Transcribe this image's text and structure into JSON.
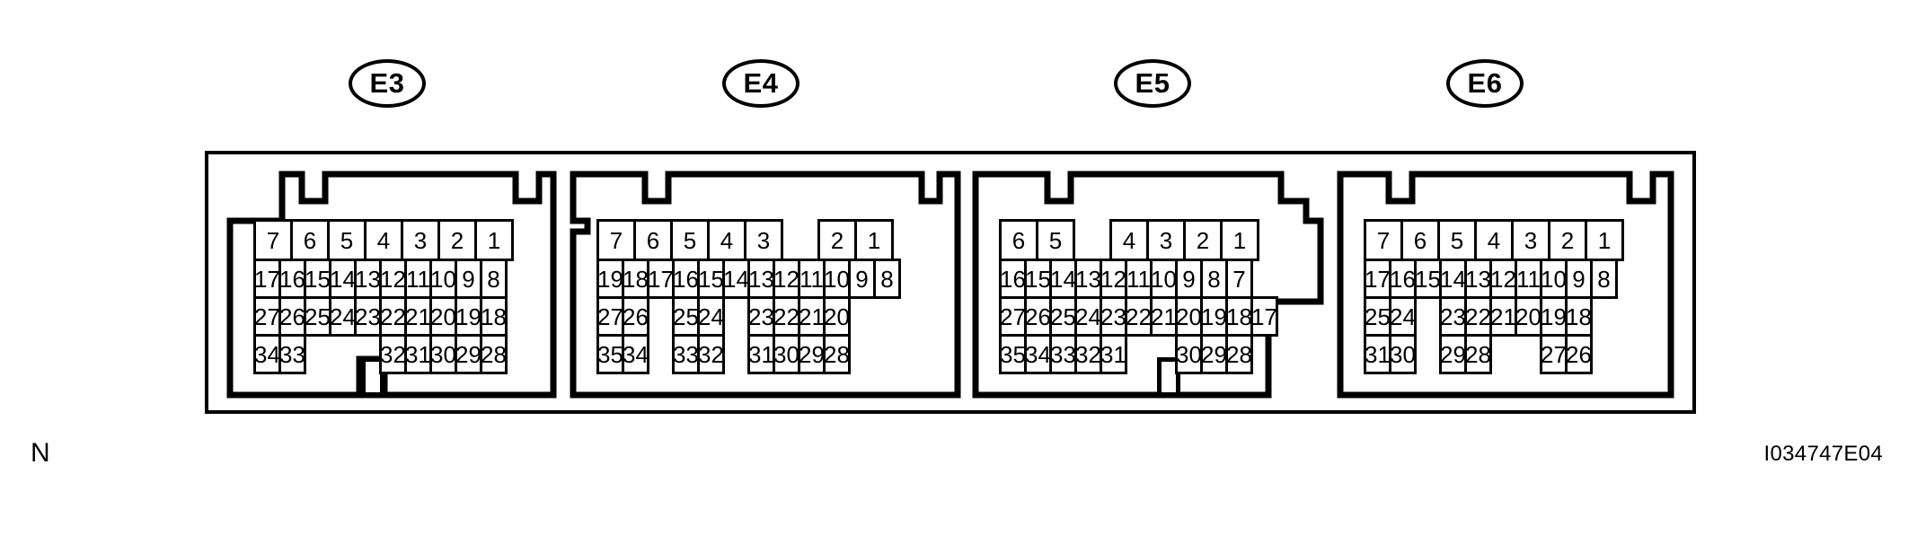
{
  "figure": {
    "corner_mark": "N",
    "figure_id": "I034747E04"
  },
  "connectors": [
    {
      "id": "E3",
      "label": "E3",
      "rows": [
        [
          "7",
          "6",
          "5",
          "4",
          "3",
          "2",
          "1"
        ],
        [
          "17",
          "16",
          "15",
          "14",
          "13",
          "12",
          "11",
          "10",
          "9",
          "8"
        ],
        [
          "27",
          "26",
          "25",
          "24",
          "23",
          "22",
          "21",
          "20",
          "19",
          "18"
        ],
        [
          "34",
          "33",
          "",
          "",
          "32",
          "31",
          "30",
          "29",
          "28"
        ]
      ]
    },
    {
      "id": "E4",
      "label": "E4",
      "rows": [
        [
          "7",
          "6",
          "5",
          "4",
          "3",
          "",
          "2",
          "1"
        ],
        [
          "19",
          "18",
          "17",
          "16",
          "15",
          "14",
          "13",
          "12",
          "11",
          "10",
          "9",
          "8"
        ],
        [
          "27",
          "26",
          "",
          "25",
          "24",
          "",
          "23",
          "22",
          "21",
          "20"
        ],
        [
          "35",
          "34",
          "",
          "33",
          "32",
          "",
          "31",
          "30",
          "29",
          "28"
        ]
      ]
    },
    {
      "id": "E5",
      "label": "E5",
      "rows": [
        [
          "6",
          "5",
          "",
          "4",
          "3",
          "2",
          "1"
        ],
        [
          "16",
          "15",
          "14",
          "13",
          "12",
          "11",
          "10",
          "9",
          "8",
          "7"
        ],
        [
          "27",
          "26",
          "25",
          "24",
          "23",
          "22",
          "21",
          "20",
          "19",
          "18",
          "17"
        ],
        [
          "35",
          "34",
          "33",
          "32",
          "31",
          "",
          "",
          "30",
          "29",
          "28"
        ]
      ]
    },
    {
      "id": "E6",
      "label": "E6",
      "rows": [
        [
          "7",
          "6",
          "5",
          "4",
          "3",
          "2",
          "1"
        ],
        [
          "17",
          "16",
          "15",
          "14",
          "13",
          "12",
          "11",
          "10",
          "9",
          "8"
        ],
        [
          "25",
          "24",
          "",
          "23",
          "22",
          "21",
          "20",
          "19",
          "18"
        ],
        [
          "31",
          "30",
          "",
          "29",
          "28",
          "",
          "27",
          "26"
        ]
      ]
    }
  ],
  "colors": {
    "line": "#000000",
    "background": "#ffffff"
  }
}
